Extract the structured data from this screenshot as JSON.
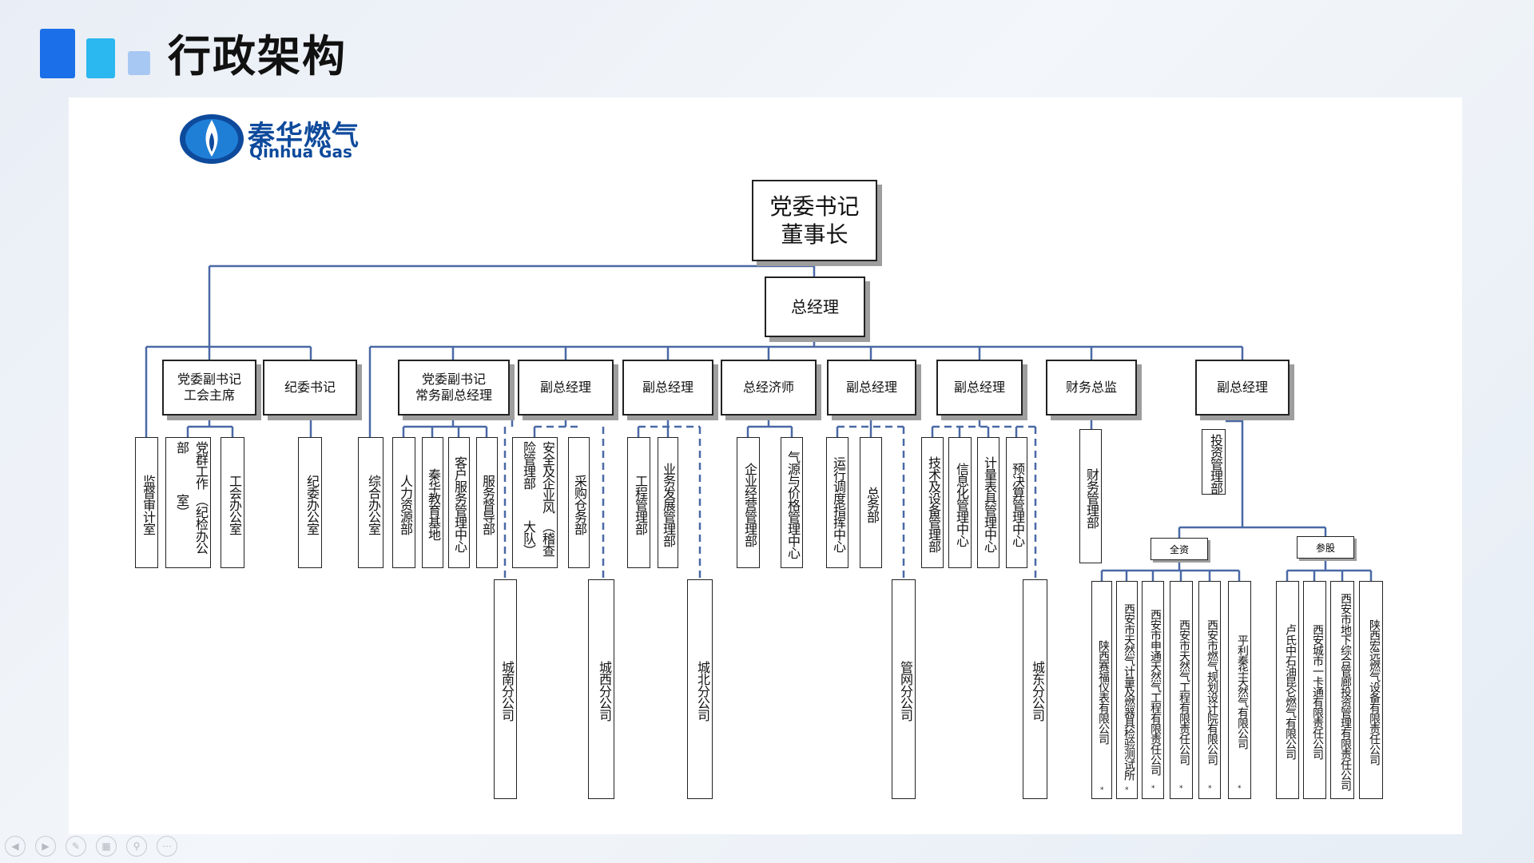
{
  "page_title": "行政架构",
  "logo": {
    "name_zh": "秦华燃气",
    "name_en": "Qinhua Gas"
  },
  "top": {
    "line1": "党委书记",
    "line2": "董事长"
  },
  "general_manager": "总经理",
  "level2": [
    {
      "label1": "党委副书记",
      "label2": "工会主席"
    },
    {
      "label1": "纪委书记"
    },
    {
      "label1": "党委副书记",
      "label2": "常务副总经理"
    },
    {
      "label1": "副总经理"
    },
    {
      "label1": "副总经理"
    },
    {
      "label1": "总经济师"
    },
    {
      "label1": "副总经理"
    },
    {
      "label1": "副总经理"
    },
    {
      "label1": "财务总监"
    },
    {
      "label1": "副总经理"
    }
  ],
  "departments": [
    "监督审计室",
    "党群工作部",
    "（纪检办公室）",
    "工会办公室",
    "纪委办公室",
    "综合办公室",
    "人力资源部",
    "秦华教育基地",
    "客户服务管理中心",
    "服务督导部",
    "安全及企业风险管理部",
    "（稽查大队）",
    "采购仓务部",
    "工程管理部",
    "业务发展管理部",
    "企业经营管理部",
    "气源与价格管理中心",
    "运行调度指挥中心",
    "总务部",
    "技术及设备管理部",
    "信息化管理中心",
    "计量表具管理中心",
    "预决算管理中心",
    "财务管理部",
    "投资管理部"
  ],
  "branches": [
    "城南分公司",
    "城西分公司",
    "城北分公司",
    "管网分公司",
    "城东分公司"
  ],
  "holdings": {
    "wholly": "全资",
    "shares": "参股"
  },
  "subsidiaries_wholly": [
    "陕西赛福仪表有限公司",
    "西安市天然气计量及燃器具检验测试所",
    "西安市申通天然气工程有限责任公司",
    "西安市天然气工程有限责任公司",
    "西安市燃气规划设计院有限公司",
    "平利秦华天然气有限公司"
  ],
  "subsidiaries_shares": [
    "卢氏中石油昆仑燃气有限公司",
    "西安城市一卡通有限责任公司",
    "西安市地下综合管廊投资管理有限责任公司",
    "陕西宏远燃气设备有限责任公司"
  ],
  "star_mark": "*",
  "colors": {
    "line": "#4a69a6",
    "accent": "#1b6fe8",
    "logo": "#0e4a9c"
  }
}
